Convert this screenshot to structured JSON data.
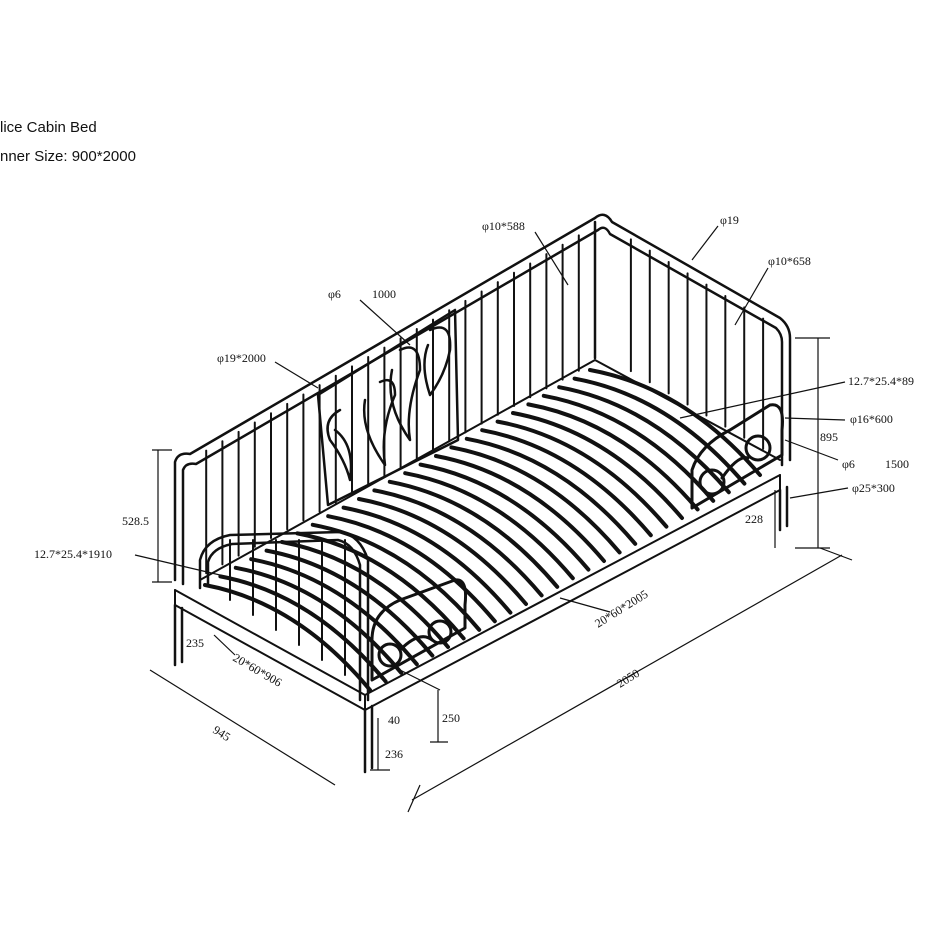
{
  "title": {
    "line1": "lice Cabin Bed",
    "line2": "nner Size: 900*2000"
  },
  "labels": {
    "rod_588": "φ10*588",
    "tube_19": "φ19",
    "rod_658": "φ10*658",
    "phi6_top": "φ6",
    "len_1000": "1000",
    "rail_2000": "φ19*2000",
    "flat_right": "12.7*25.4*89",
    "bar_600": "φ16*600",
    "height_895": "895",
    "phi6_right": "φ6",
    "len_1500": "1500",
    "leg_300": "φ25*300",
    "height_5285": "528.5",
    "dim_228": "228",
    "flat_left": "12.7*25.4*1910",
    "tube_2005": "20*60*2005",
    "dim_235": "235",
    "tube_906": "20*60*906",
    "length_2050": "2050",
    "dim_250": "250",
    "dim_40": "40",
    "width_945": "945",
    "dim_236": "236"
  }
}
